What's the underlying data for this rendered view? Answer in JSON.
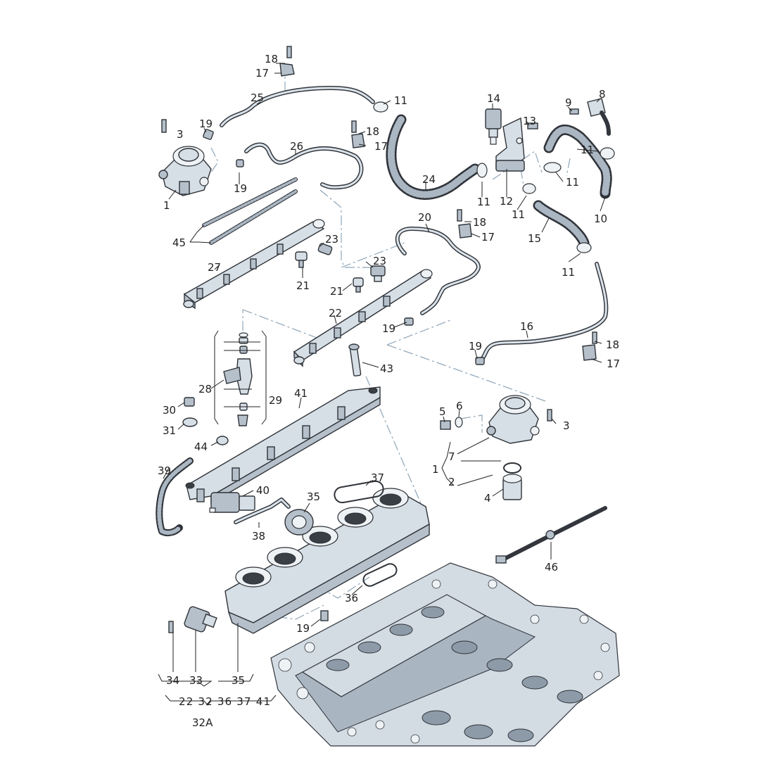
{
  "labels": [
    {
      "id": "label-18-top",
      "text": "18"
    },
    {
      "id": "label-17-top",
      "text": "17"
    },
    {
      "id": "label-25",
      "text": "25"
    },
    {
      "id": "label-11-a",
      "text": "11"
    },
    {
      "id": "label-14",
      "text": "14"
    },
    {
      "id": "label-13",
      "text": "13"
    },
    {
      "id": "label-9",
      "text": "9"
    },
    {
      "id": "label-8",
      "text": "8"
    },
    {
      "id": "label-19-a",
      "text": "19"
    },
    {
      "id": "label-3-a",
      "text": "3"
    },
    {
      "id": "label-26",
      "text": "26"
    },
    {
      "id": "label-18-b",
      "text": "18"
    },
    {
      "id": "label-17-b",
      "text": "17"
    },
    {
      "id": "label-11-b",
      "text": "11"
    },
    {
      "id": "label-24",
      "text": "24"
    },
    {
      "id": "label-11-c",
      "text": "11"
    },
    {
      "id": "label-11-d",
      "text": "11"
    },
    {
      "id": "label-1-a",
      "text": "1"
    },
    {
      "id": "label-19-b",
      "text": "19"
    },
    {
      "id": "label-12",
      "text": "12"
    },
    {
      "id": "label-11-e",
      "text": "11"
    },
    {
      "id": "label-10",
      "text": "10"
    },
    {
      "id": "label-20",
      "text": "20"
    },
    {
      "id": "label-18-c",
      "text": "18"
    },
    {
      "id": "label-17-c",
      "text": "17"
    },
    {
      "id": "label-15",
      "text": "15"
    },
    {
      "id": "label-45",
      "text": "45"
    },
    {
      "id": "label-23-a",
      "text": "23"
    },
    {
      "id": "label-27",
      "text": "27"
    },
    {
      "id": "label-23-b",
      "text": "23"
    },
    {
      "id": "label-11-f",
      "text": "11"
    },
    {
      "id": "label-21-a",
      "text": "21"
    },
    {
      "id": "label-21-b",
      "text": "21"
    },
    {
      "id": "label-22",
      "text": "22"
    },
    {
      "id": "label-16",
      "text": "16"
    },
    {
      "id": "label-19-c",
      "text": "19"
    },
    {
      "id": "label-19-d",
      "text": "19"
    },
    {
      "id": "label-18-d",
      "text": "18"
    },
    {
      "id": "label-17-d",
      "text": "17"
    },
    {
      "id": "label-43",
      "text": "43"
    },
    {
      "id": "label-28",
      "text": "28"
    },
    {
      "id": "label-41",
      "text": "41"
    },
    {
      "id": "label-29",
      "text": "29"
    },
    {
      "id": "label-30",
      "text": "30"
    },
    {
      "id": "label-5",
      "text": "5"
    },
    {
      "id": "label-6",
      "text": "6"
    },
    {
      "id": "label-3-b",
      "text": "3"
    },
    {
      "id": "label-31",
      "text": "31"
    },
    {
      "id": "label-44",
      "text": "44"
    },
    {
      "id": "label-7",
      "text": "7"
    },
    {
      "id": "label-1-b",
      "text": "1"
    },
    {
      "id": "label-39",
      "text": "39"
    },
    {
      "id": "label-2",
      "text": "2"
    },
    {
      "id": "label-37",
      "text": "37"
    },
    {
      "id": "label-40",
      "text": "40"
    },
    {
      "id": "label-4",
      "text": "4"
    },
    {
      "id": "label-35-a",
      "text": "35"
    },
    {
      "id": "label-38",
      "text": "38"
    },
    {
      "id": "label-46",
      "text": "46"
    },
    {
      "id": "label-36",
      "text": "36"
    },
    {
      "id": "label-19-e",
      "text": "19"
    },
    {
      "id": "label-34",
      "text": "34"
    },
    {
      "id": "label-33",
      "text": "33"
    },
    {
      "id": "label-35-b",
      "text": "35"
    },
    {
      "id": "label-footnote-set",
      "text": "22 32 36 37 41"
    },
    {
      "id": "label-32a",
      "text": "32A"
    }
  ]
}
